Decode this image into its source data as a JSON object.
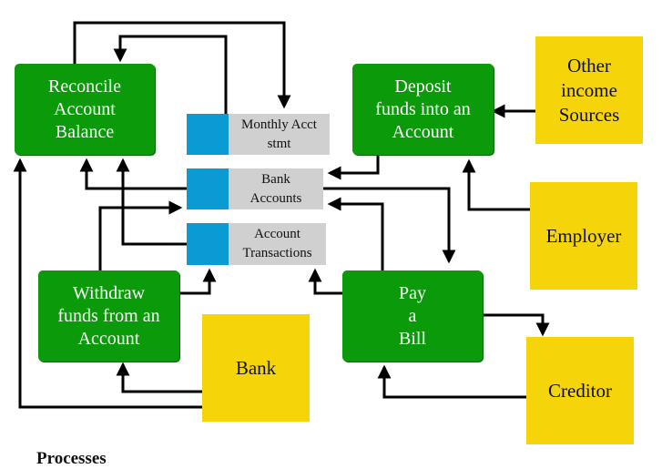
{
  "processes": {
    "reconcile": "Reconcile\nAccount\nBalance",
    "deposit": "Deposit\nfunds into an\nAccount",
    "withdraw": "Withdraw\nfunds from an\nAccount",
    "pay_bill": "Pay\na\nBill"
  },
  "data_stores": {
    "monthly_stmt": "Monthly Acct\nstmt",
    "bank_accounts": "Bank\nAccounts",
    "account_transactions": "Account\nTransactions"
  },
  "external_entities": {
    "other_income": "Other\nincome\nSources",
    "employer": "Employer",
    "bank": "Bank",
    "creditor": "Creditor"
  },
  "legend": {
    "caption": "Processes"
  },
  "colors": {
    "process": "#0a9a0a",
    "entity": "#f5d40a",
    "store_label": "#d0d0d0",
    "store_tab": "#0a9ad4",
    "flow": "#000000"
  }
}
